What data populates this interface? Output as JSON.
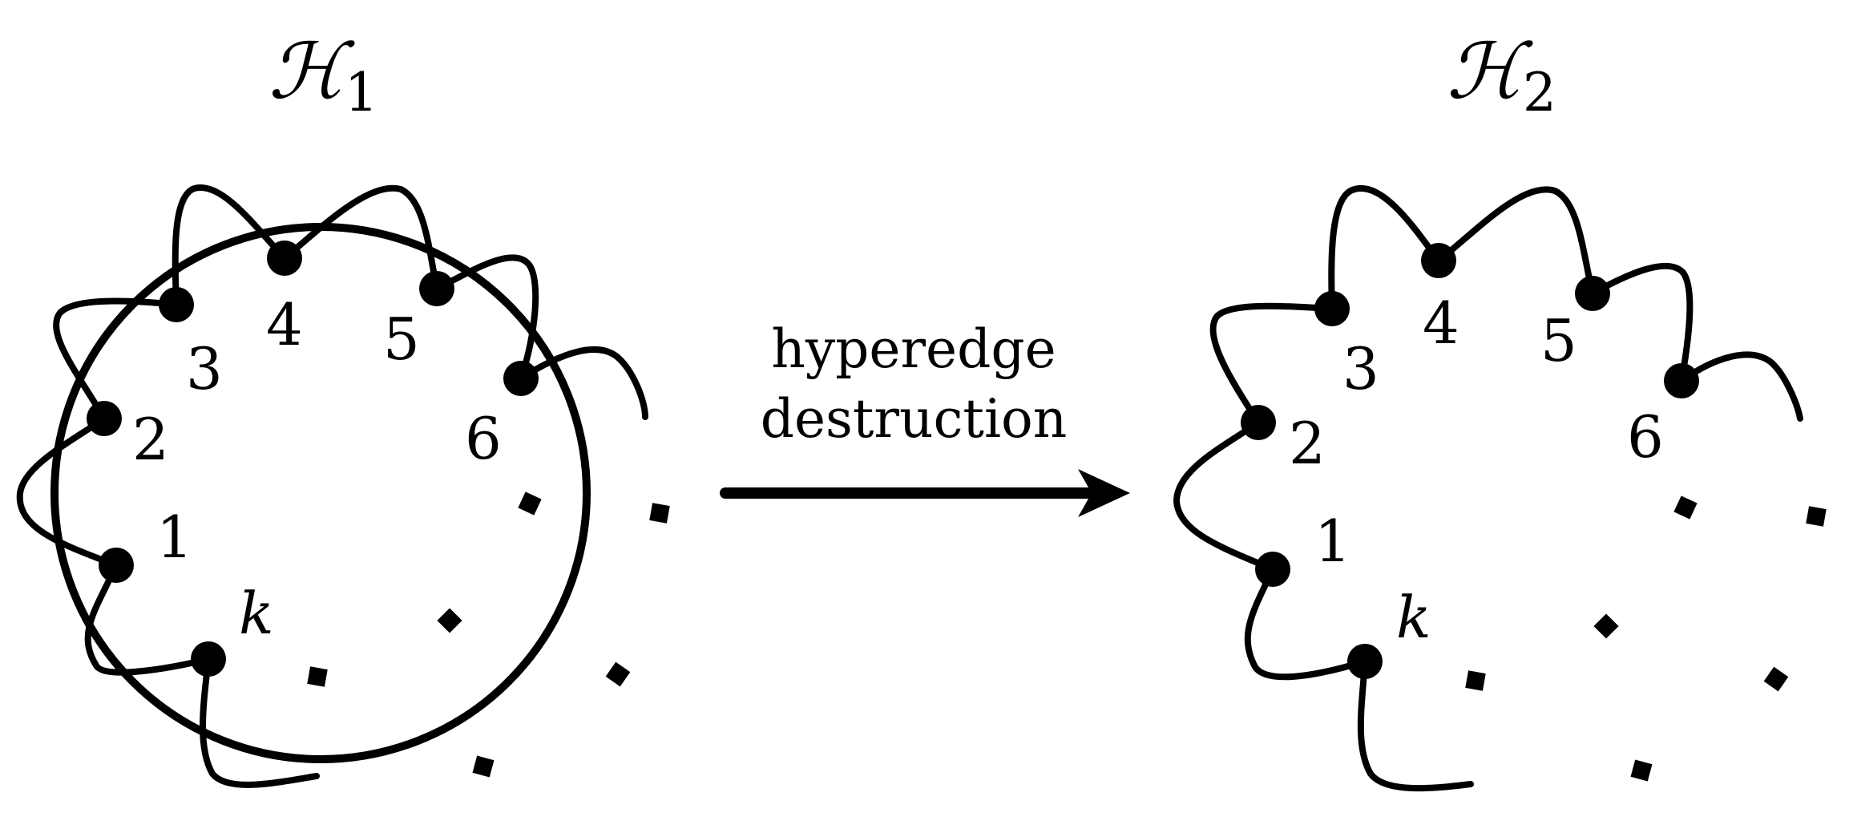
{
  "left_graph": {
    "title": "ℋ",
    "title_sub": "1",
    "vertex_labels": [
      "1",
      "2",
      "3",
      "4",
      "5",
      "6",
      "k"
    ]
  },
  "right_graph": {
    "title": "ℋ",
    "title_sub": "2",
    "vertex_labels": [
      "1",
      "2",
      "3",
      "4",
      "5",
      "6",
      "k"
    ]
  },
  "arrow": {
    "line1": "hyperedge",
    "line2": "destruction"
  },
  "colors": {
    "ink": "#000000",
    "background": "#ffffff"
  }
}
